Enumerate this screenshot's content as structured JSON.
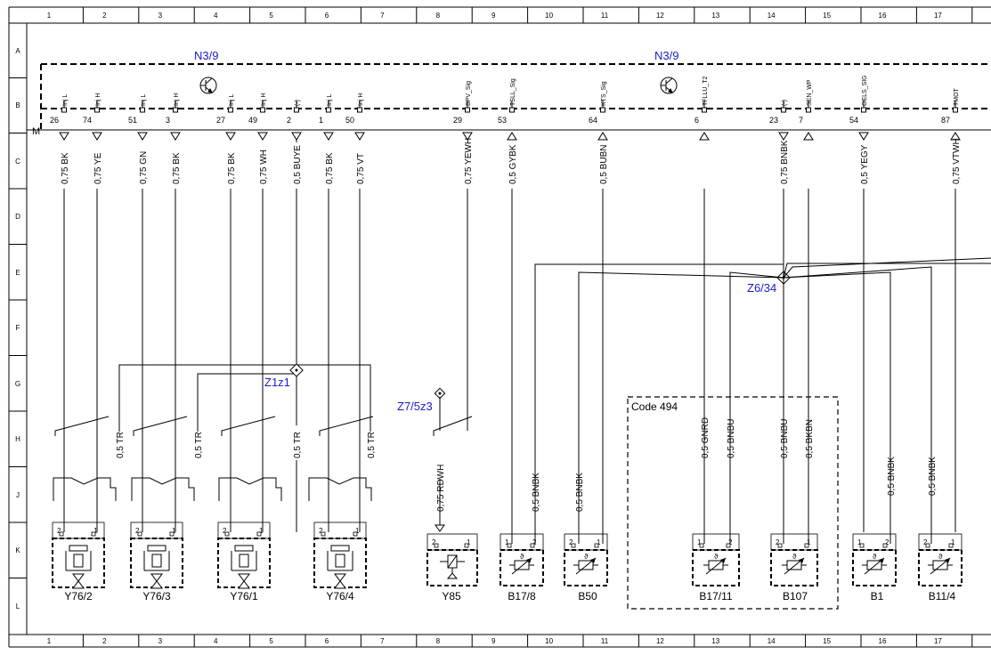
{
  "grid": {
    "columns": [
      "1",
      "2",
      "3",
      "4",
      "5",
      "6",
      "7",
      "8",
      "9",
      "10",
      "11",
      "12",
      "13",
      "14",
      "15",
      "16",
      "17"
    ],
    "rows": [
      "A",
      "B",
      "C",
      "D",
      "E",
      "F",
      "G",
      "H",
      "J",
      "K",
      "L"
    ]
  },
  "ground_label": "M",
  "control_units": [
    {
      "name": "N3/9"
    },
    {
      "name": "N3/9"
    }
  ],
  "pins": [
    {
      "num": "26",
      "sig": "Inj L",
      "dir": "out",
      "wire": "0,75 BK"
    },
    {
      "num": "74",
      "sig": "Inj H",
      "dir": "out",
      "wire": "0,75 YE"
    },
    {
      "num": "51",
      "sig": "Inj L",
      "dir": "out",
      "wire": "0,75 GN"
    },
    {
      "num": "3",
      "sig": "Inj H",
      "dir": "out",
      "wire": "0,75 BK"
    },
    {
      "num": "27",
      "sig": "Inj L",
      "dir": "out",
      "wire": "0,75 BK"
    },
    {
      "num": "49",
      "sig": "Inj H",
      "dir": "out",
      "wire": "0,75 WH"
    },
    {
      "num": "2",
      "sig": "(-)",
      "dir": "out",
      "wire": "0,5 BUYE"
    },
    {
      "num": "1",
      "sig": "Inj L",
      "dir": "out",
      "wire": "0,75 BK"
    },
    {
      "num": "50",
      "sig": "Inj H",
      "dir": "out",
      "wire": "0,75 VT"
    },
    {
      "num": "29",
      "sig": "BPV_Sig",
      "dir": "out",
      "wire": "0,75 YEWH"
    },
    {
      "num": "53",
      "sig": "TSLL_Sig",
      "dir": "in",
      "wire": "0,5 GYBK"
    },
    {
      "num": "64",
      "sig": "KTS_Sig",
      "dir": "in",
      "wire": "0,5 BUBN"
    },
    {
      "num": "6",
      "sig": "TFLLU_T2",
      "dir": "in",
      "wire": ""
    },
    {
      "num": "23",
      "sig": "(-)",
      "dir": "out",
      "wire": "0,75 BNBK"
    },
    {
      "num": "7",
      "sig": "SEN_WP",
      "dir": "in",
      "wire": ""
    },
    {
      "num": "54",
      "sig": "OELS_SIG",
      "dir": "out",
      "wire": "0,5 YEGY"
    },
    {
      "num": "87",
      "sig": "TMOT",
      "dir": "in",
      "wire": "0,75 VTWH"
    }
  ],
  "splices": {
    "z1z1": "Z1z1",
    "z7_5z3": "Z7/5z3",
    "z6_34": "Z6/34"
  },
  "lower_wires": {
    "tr": "0,5 TR",
    "rdwh": "0,75 RDWH",
    "bnbk": "0,5 BNBK",
    "gnrd": "0,5 GNRD",
    "bnbu": "0,5 BNBU",
    "bnbu2": "0,5 BNBU",
    "bkbn": "0,5 BKBN"
  },
  "option_box": {
    "label": "Code 494"
  },
  "components": [
    {
      "name": "Y76/2",
      "kind": "injector"
    },
    {
      "name": "Y76/3",
      "kind": "injector"
    },
    {
      "name": "Y76/1",
      "kind": "injector"
    },
    {
      "name": "Y76/4",
      "kind": "injector"
    },
    {
      "name": "Y85",
      "kind": "valve"
    },
    {
      "name": "B17/8",
      "kind": "sensor"
    },
    {
      "name": "B50",
      "kind": "sensor"
    },
    {
      "name": "B17/11",
      "kind": "sensor"
    },
    {
      "name": "B107",
      "kind": "sensor"
    },
    {
      "name": "B1",
      "kind": "sensor"
    },
    {
      "name": "B11/4",
      "kind": "sensor"
    }
  ],
  "pin_labels": {
    "p1": "1",
    "p2": "2"
  },
  "sensor_symbol": "ϑ",
  "colors": {
    "line": "#000000",
    "label_blue": "#1a1acc"
  }
}
